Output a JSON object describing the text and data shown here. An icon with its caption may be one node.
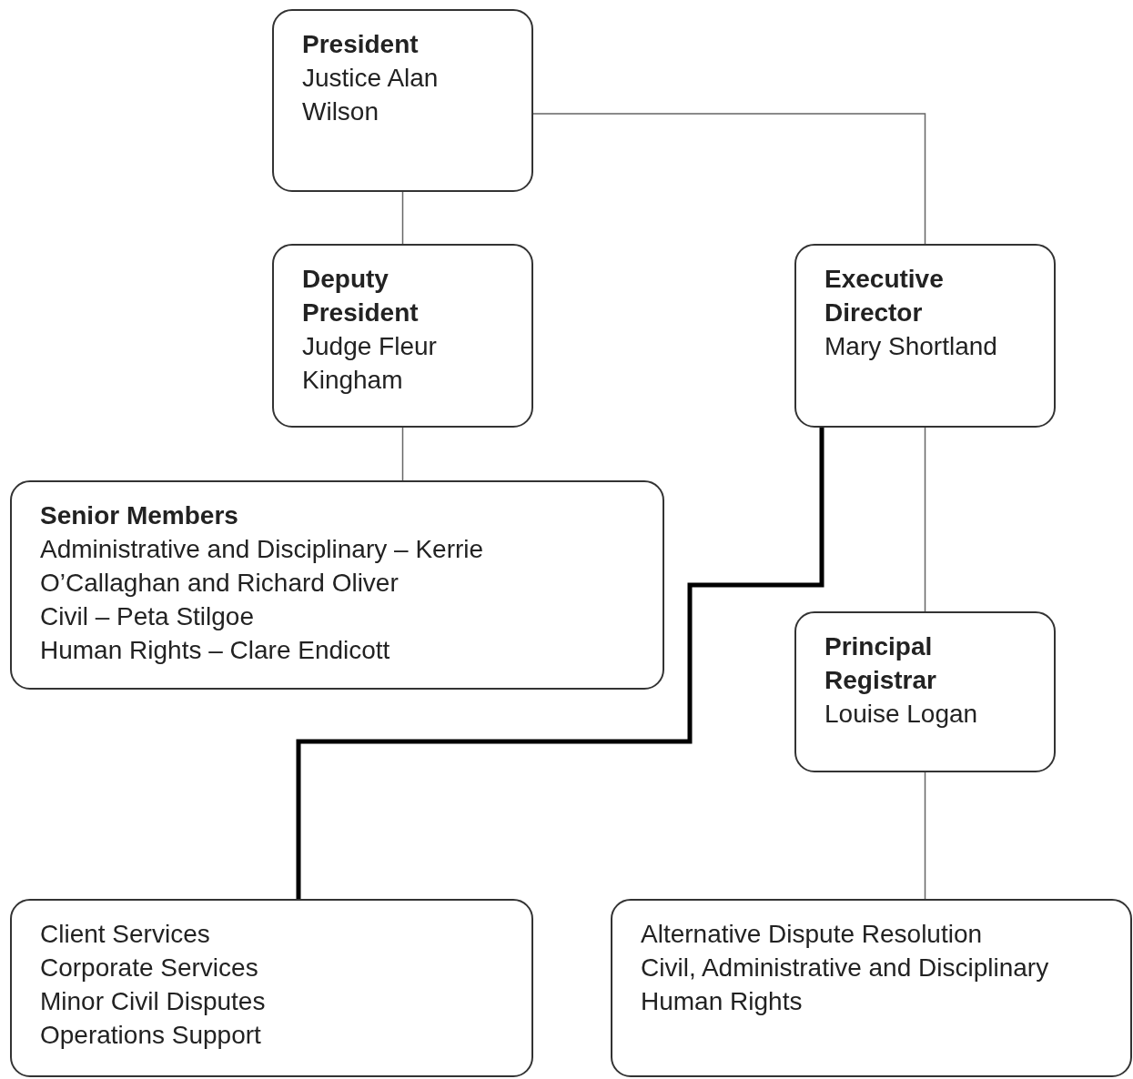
{
  "diagram": {
    "nodes": [
      {
        "text": [
          "President",
          "Justice Alan Wilson"
        ]
      },
      {
        "text": [
          "Deputy President",
          "Judge Fleur Kingham"
        ]
      },
      {
        "text": [
          "Executive Director",
          "Mary Shortland"
        ]
      },
      {
        "text": [
          "Senior Members",
          "Administrative and Disciplinary – Kerrie O’Callaghan and Richard Oliver",
          "Civil – Peta Stilgoe",
          "Human Rights – Clare Endicott"
        ]
      },
      {
        "text": [
          "Principal Registrar",
          "Louise Logan"
        ]
      },
      {
        "text": [
          "Client Services",
          "Corporate Services",
          "Minor Civil Disputes",
          "Operations Support"
        ]
      },
      {
        "text": [
          "Alternative Dispute Resolution",
          "Civil, Administrative and Disciplinary",
          "Human Rights"
        ]
      }
    ],
    "edges": [
      {
        "from": 0,
        "to": 1,
        "arrow": "none"
      },
      {
        "from": 0,
        "to": 2,
        "arrow": "none"
      },
      {
        "from": 1,
        "to": 3,
        "arrow": "none"
      },
      {
        "from": 2,
        "to": 4,
        "arrow": "none"
      },
      {
        "from": 2,
        "to": 5,
        "arrow": "none",
        "style": "thick",
        "color": "#000000"
      },
      {
        "from": 4,
        "to": 6,
        "arrow": "none"
      }
    ]
  }
}
